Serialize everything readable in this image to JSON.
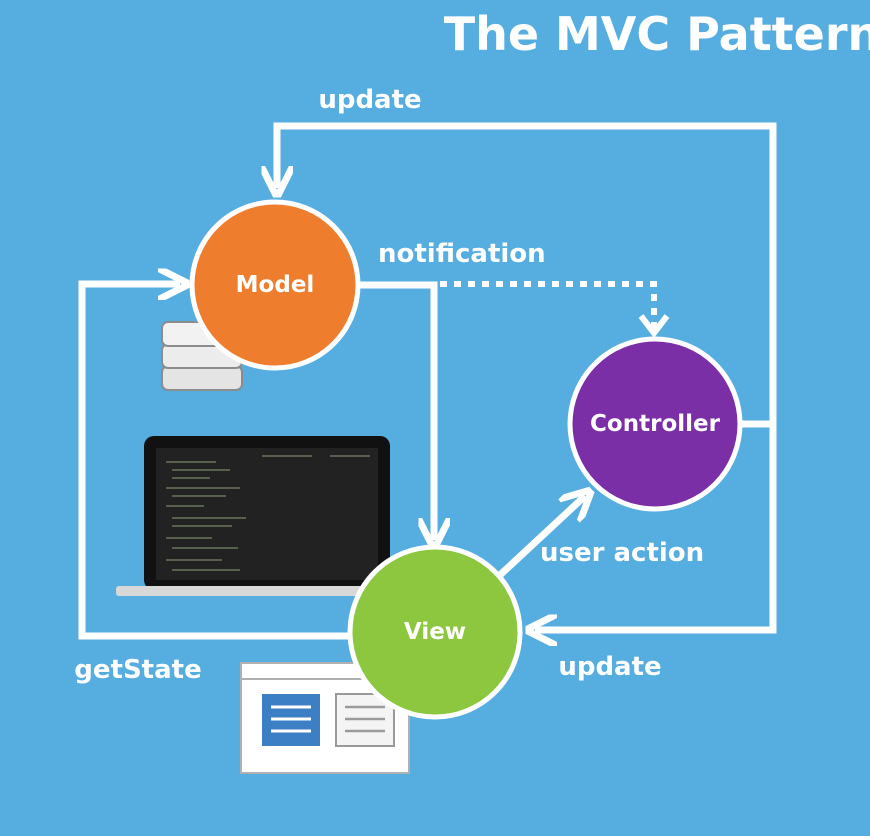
{
  "title": "The MVC Pattern",
  "colors": {
    "background": "#55ade0",
    "model": "#ef7d2e",
    "controller": "#7a2fa6",
    "view": "#8dc63f",
    "line": "#ffffff"
  },
  "nodes": {
    "model": "Model",
    "controller": "Controller",
    "view": "View"
  },
  "edges": {
    "update_top": "update",
    "notification": "notification",
    "user_action": "user action",
    "update_right": "update",
    "get_state": "getState"
  },
  "icons": [
    "database-icon",
    "laptop-icon",
    "browser-window-icon"
  ]
}
